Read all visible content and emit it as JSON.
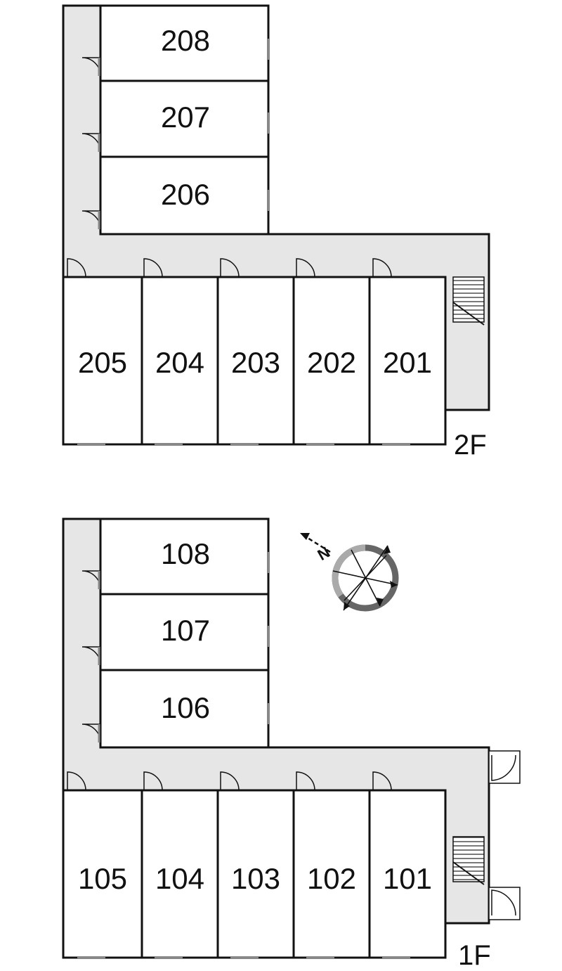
{
  "floors": [
    {
      "label": "2F",
      "side_rooms": [
        "208",
        "207",
        "206"
      ],
      "main_rooms": [
        "205",
        "204",
        "203",
        "202",
        "201"
      ]
    },
    {
      "label": "1F",
      "side_rooms": [
        "108",
        "107",
        "106"
      ],
      "main_rooms": [
        "105",
        "104",
        "103",
        "102",
        "101"
      ]
    }
  ],
  "compass": {
    "north": "N"
  }
}
